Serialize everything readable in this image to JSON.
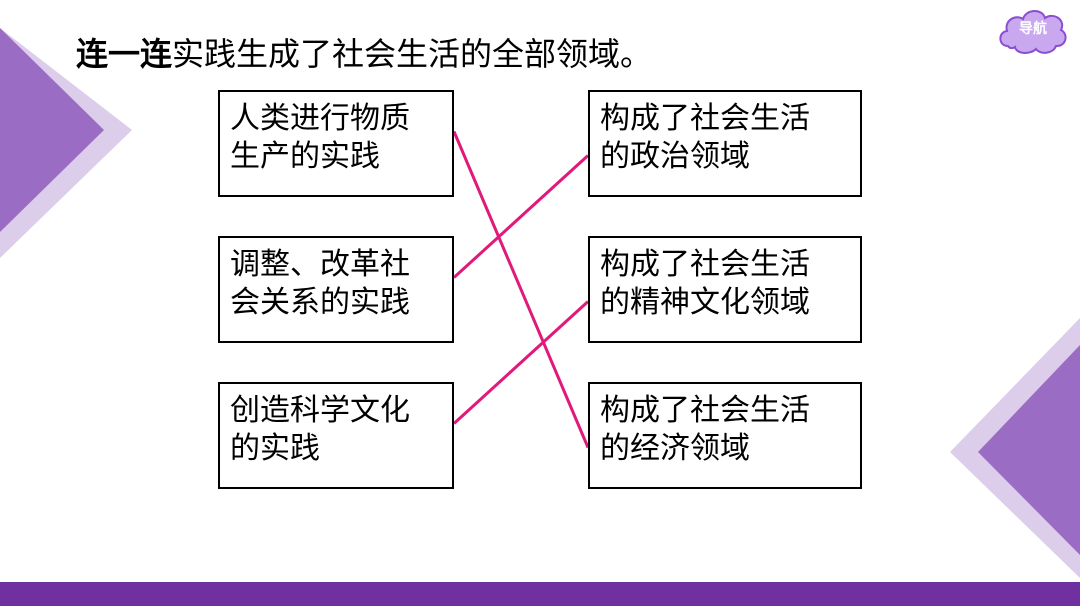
{
  "colors": {
    "accent": "#7030a0",
    "light_purple": "#c8b3de",
    "mid_purple": "#9b6fc4",
    "line": "#e0197a",
    "nav_fill": "#c9a8ef",
    "nav_stroke": "#8a4fd0"
  },
  "title": {
    "bold": "连一连",
    "rest": "实践生成了社会生活的全部领域。"
  },
  "nav": {
    "label": "导航"
  },
  "left_items": [
    {
      "line1": "人类进行物质",
      "line2": "生产的实践"
    },
    {
      "line1": "调整、改革社",
      "line2": "会关系的实践"
    },
    {
      "line1": "创造科学文化",
      "line2": "的实践"
    }
  ],
  "right_items": [
    {
      "line1": "构成了社会生活",
      "line2": "的政治领域"
    },
    {
      "line1": "构成了社会生活",
      "line2": "的精神文化领域"
    },
    {
      "line1": "构成了社会生活",
      "line2": "的经济领域"
    }
  ],
  "connections": [
    {
      "from": 0,
      "to": 2
    },
    {
      "from": 1,
      "to": 0
    },
    {
      "from": 2,
      "to": 1
    }
  ]
}
